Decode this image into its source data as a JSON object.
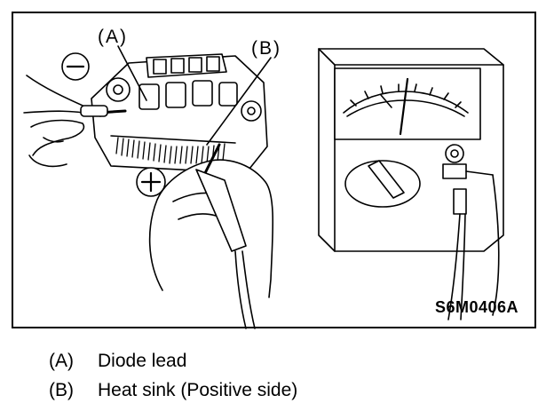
{
  "figure": {
    "callout_a": "(A)",
    "callout_b": "(B)",
    "code": "S6M0406A"
  },
  "legend": [
    {
      "key": "(A)",
      "text": "Diode lead"
    },
    {
      "key": "(B)",
      "text": "Heat sink (Positive side)"
    }
  ]
}
